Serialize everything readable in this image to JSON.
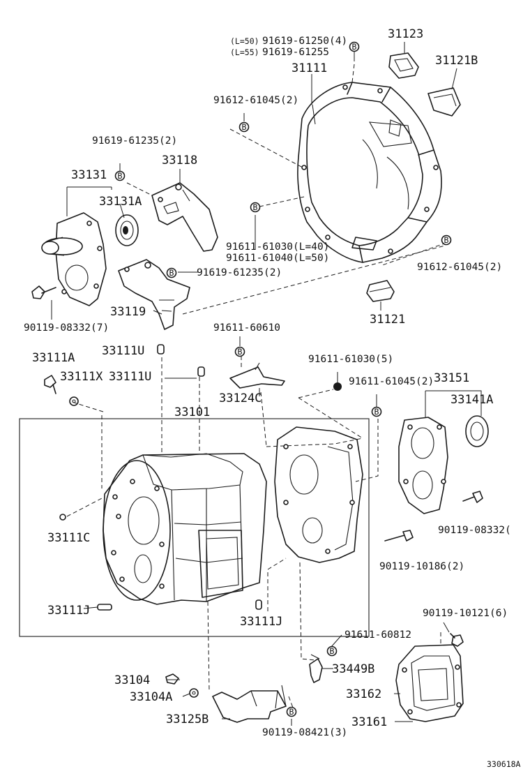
{
  "labels": {
    "p31123": "31123",
    "p31121b": "31121B",
    "p31111": "31111",
    "p31121": "31121",
    "p33118": "33118",
    "p33131": "33131",
    "p33131a": "33131A",
    "p33119": "33119",
    "p33111a": "33111A",
    "p33111x": "33111X",
    "p33111u_a": "33111U",
    "p33111u_b": "33111U",
    "p33124c": "33124C",
    "p33101": "33101",
    "p33151": "33151",
    "p33141a": "33141A",
    "p33111c": "33111C",
    "p33111j_a": "33111J",
    "p33111j_b": "33111J",
    "p33104": "33104",
    "p33104a": "33104A",
    "p33125b": "33125B",
    "p33449b": "33449B",
    "p33162": "33162",
    "p33161": "33161",
    "b_91619_61250": "91619-61250(4)",
    "b_91619_61255": "91619-61255",
    "note_l50": "(L=50)",
    "note_l55": "(L=55)",
    "b_91612_61045_top": "91612-61045(2)",
    "b_91619_61235_top": "91619-61235(2)",
    "b_91611_61030_L40": "91611-61030(L=40)",
    "b_91611_61040_L50": "91611-61040(L=50)",
    "b_91619_61235_mid": "91619-61235(2)",
    "b_91612_61045_right": "91612-61045(2)",
    "b_90119_08332_left": "90119-08332(7)",
    "b_91611_60610": "91611-60610",
    "b_91611_61030_5": "91611-61030(5)",
    "b_91611_61045_2": "91611-61045(2)",
    "b_90119_08332_right": "90119-08332(",
    "b_90119_10186": "90119-10186(2)",
    "b_90119_10121": "90119-10121(6)",
    "b_91611_60812": "91611-60812",
    "b_90119_08421": "90119-08421(3)",
    "ref_code": "330618A"
  },
  "markers": {
    "b": "B"
  }
}
